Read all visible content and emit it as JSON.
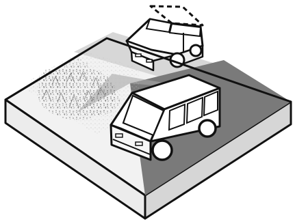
{
  "scene": {
    "colors": {
      "background": "#ffffff",
      "outline": "#111111",
      "top_light": "#f3f3f3",
      "road_light": "#d6d6d6",
      "road_dark": "#777777",
      "side_light": "#ededed",
      "side_mid": "#d9d9d9",
      "car_fill": "#ffffff",
      "tree_dots": "#6a6a6a"
    },
    "icons": {
      "vehicle_back": "sedan-outline",
      "vehicle_front": "van-outline",
      "vegetation": "stippled-vegetation"
    }
  }
}
